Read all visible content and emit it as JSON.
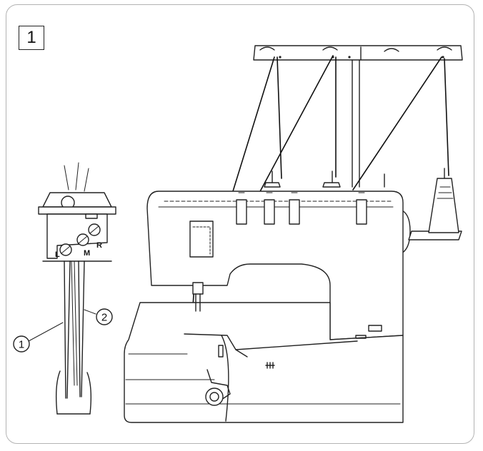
{
  "figure": {
    "number": "1"
  },
  "needle_detail": {
    "callouts": [
      {
        "id": "left-needle-callout",
        "label": "1"
      },
      {
        "id": "right-needle-callout",
        "label": "2"
      }
    ],
    "screw_labels": {
      "left": "L",
      "middle": "M",
      "right": "R"
    }
  }
}
